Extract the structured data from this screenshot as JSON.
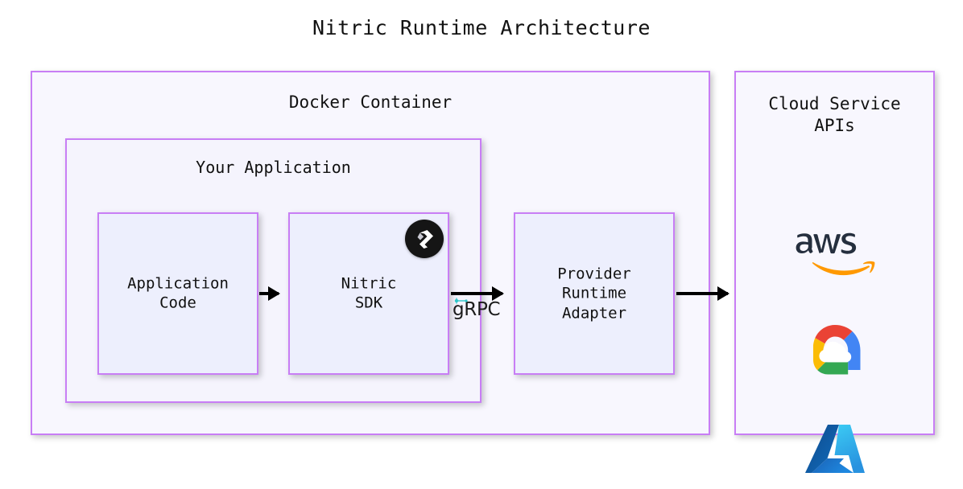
{
  "title": "Nitric Runtime Architecture",
  "colors": {
    "box_border": "#c87ef5",
    "outer_fill": "#f8f7fe",
    "mid_fill": "#f5f4fd",
    "leaf_fill": "#edeffd",
    "arrow": "#000000",
    "text": "#111111",
    "nitric_badge": "#151515",
    "aws_text": "#252f3e",
    "aws_swoosh": "#ff9900",
    "gcp_red": "#ea4335",
    "gcp_blue": "#4285f4",
    "gcp_yellow": "#fbbc05",
    "gcp_green": "#34a853",
    "azure_dark": "#0f5fa8",
    "azure_light": "#46b2ef",
    "grpc_mark": "#2ec7c9"
  },
  "containers": {
    "docker": {
      "label": "Docker Container"
    },
    "your_application": {
      "label": "Your Application"
    },
    "cloud_panel": {
      "label": "Cloud Service\nAPIs"
    }
  },
  "nodes": [
    {
      "id": "application-code",
      "label": "Application\nCode"
    },
    {
      "id": "nitric-sdk",
      "label": "Nitric\nSDK"
    },
    {
      "id": "provider-adapter",
      "label": "Provider\nRuntime\nAdapter"
    }
  ],
  "edges": [
    {
      "id": "code-to-sdk",
      "label": ""
    },
    {
      "id": "sdk-to-provider",
      "label": "gRPC"
    },
    {
      "id": "provider-to-cloud",
      "label": ""
    }
  ],
  "badges": [
    {
      "id": "nitric-badge",
      "name": "nitric-logo"
    }
  ],
  "cloud_logos": [
    {
      "id": "aws-logo",
      "name": "aws-logo",
      "label": "aws"
    },
    {
      "id": "gcp-logo",
      "name": "google-cloud-logo",
      "label": "Google Cloud"
    },
    {
      "id": "azure-logo",
      "name": "azure-logo",
      "label": "Azure"
    }
  ]
}
